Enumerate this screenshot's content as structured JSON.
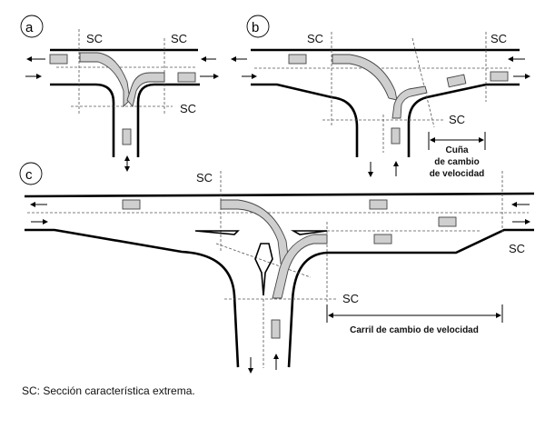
{
  "panels": {
    "a": {
      "letter": "a",
      "sc_labels": [
        "SC",
        "SC",
        "SC"
      ]
    },
    "b": {
      "letter": "b",
      "sc_labels": [
        "SC",
        "SC",
        "SC"
      ],
      "wedge_label": [
        "Cuña",
        "de cambio",
        "de velocidad"
      ]
    },
    "c": {
      "letter": "c",
      "sc_labels": [
        "SC",
        "SC",
        "SC"
      ],
      "lane_label": "Carril de cambio de velocidad"
    }
  },
  "caption": "SC: Sección característica extrema.",
  "colors": {
    "car_fill": "#cfcfcf",
    "road": "#000000",
    "dash": "#555555"
  }
}
